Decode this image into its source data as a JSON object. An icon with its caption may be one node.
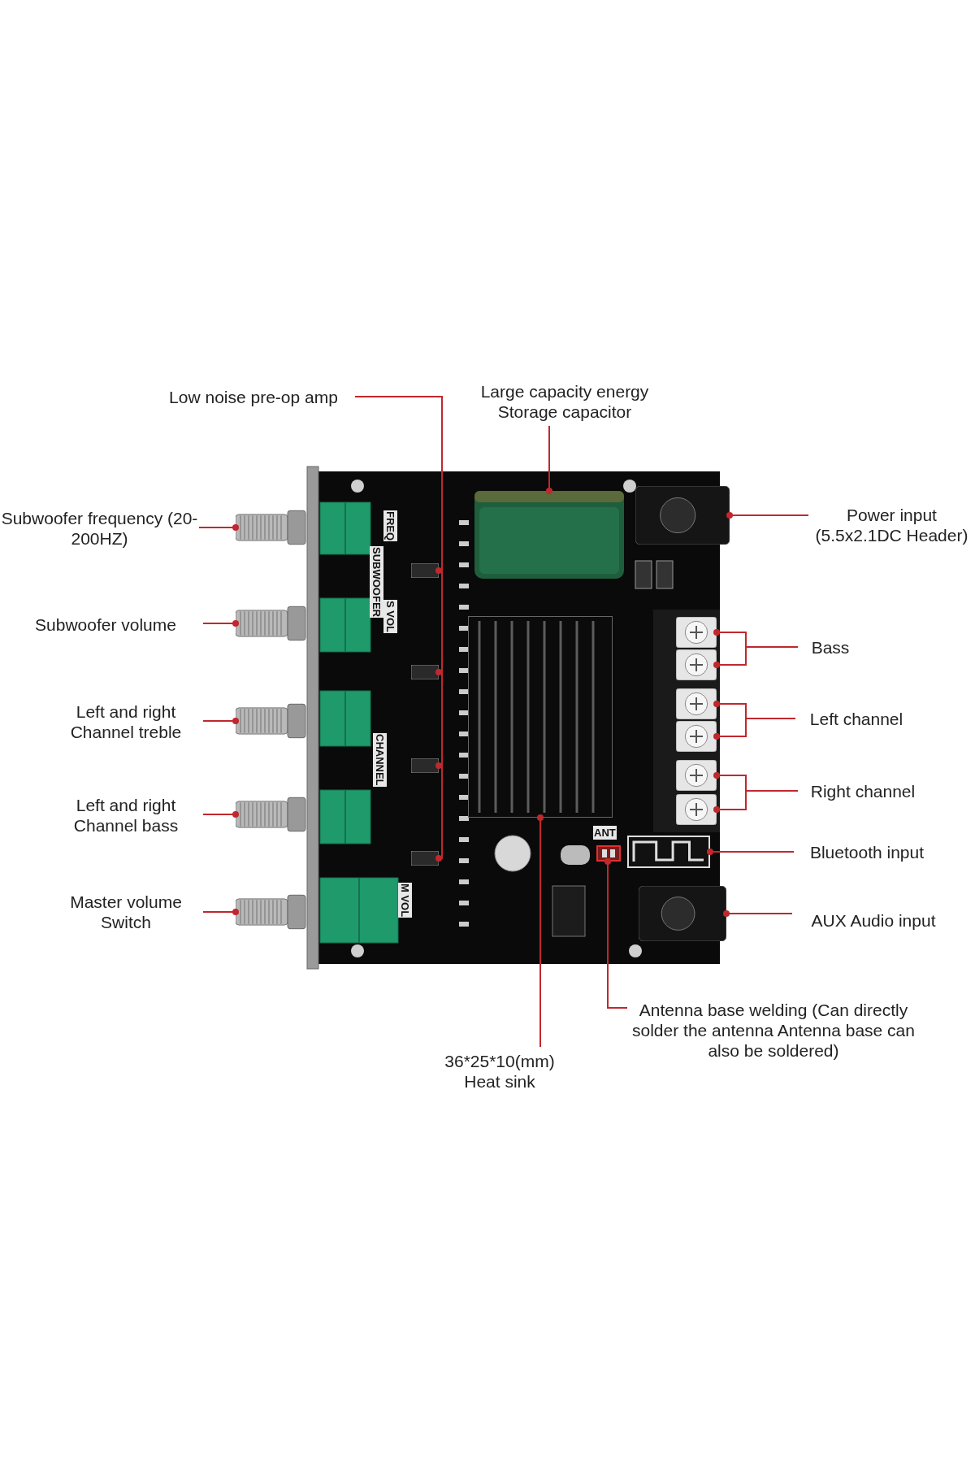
{
  "diagram": {
    "nodes": [
      {
        "text": [
          "Low noise pre-op amp"
        ]
      },
      {
        "text": [
          "Large capacity energy Storage capacitor"
        ]
      },
      {
        "text": [
          "Subwoofer frequency (20-200HZ)"
        ]
      },
      {
        "text": [
          "Power input (5.5x2.1DC Header)"
        ]
      },
      {
        "text": [
          "Subwoofer volume"
        ]
      },
      {
        "text": [
          "Bass"
        ]
      },
      {
        "text": [
          "Left and right Channel treble"
        ]
      },
      {
        "text": [
          "Left channel"
        ]
      },
      {
        "text": [
          "Right channel"
        ]
      },
      {
        "text": [
          "Left and right Channel bass"
        ]
      },
      {
        "text": [
          "Bluetooth input"
        ]
      },
      {
        "text": [
          "Master volume Switch"
        ]
      },
      {
        "text": [
          "AUX Audio input"
        ]
      },
      {
        "text": [
          "Antenna base welding (Can directly solder the antenna Antenna base can also be soldered)"
        ]
      },
      {
        "text": [
          "36*25*10(mm) Heat sink"
        ]
      },
      {
        "text": [],
        "shape": "cylinder"
      },
      {
        "text": [],
        "shape": "chip"
      },
      {
        "text": [],
        "shape": "chip"
      },
      {
        "text": [],
        "shape": "chip"
      },
      {
        "text": [],
        "shape": "chip"
      },
      {
        "text": [],
        "shape": "knob"
      },
      {
        "text": [],
        "shape": "knob"
      },
      {
        "text": [],
        "shape": "knob"
      },
      {
        "text": [],
        "shape": "knob"
      },
      {
        "text": [],
        "shape": "knob"
      },
      {
        "text": [],
        "shape": "jack"
      },
      {
        "text": [],
        "shape": "terminal"
      },
      {
        "text": [],
        "shape": "terminal"
      },
      {
        "text": [],
        "shape": "terminal"
      },
      {
        "text": [],
        "shape": "terminal"
      },
      {
        "text": [],
        "shape": "terminal"
      },
      {
        "text": [],
        "shape": "terminal"
      },
      {
        "text": [],
        "shape": "heatsink"
      },
      {
        "text": [],
        "shape": "pad"
      },
      {
        "text": [],
        "shape": "antenna"
      },
      {
        "text": [],
        "shape": "jack"
      }
    ],
    "edges": [
      {
        "from": 0,
        "to": 16,
        "arrow": "other"
      },
      {
        "from": 0,
        "to": 17,
        "arrow": "other"
      },
      {
        "from": 0,
        "to": 18,
        "arrow": "other"
      },
      {
        "from": 0,
        "to": 19,
        "arrow": "other"
      },
      {
        "from": 1,
        "to": 15,
        "arrow": "other"
      },
      {
        "from": 2,
        "to": 20,
        "arrow": "other"
      },
      {
        "from": 3,
        "to": 25,
        "arrow": "other"
      },
      {
        "from": 4,
        "to": 21,
        "arrow": "other"
      },
      {
        "from": 5,
        "to": 26,
        "arrow": "other"
      },
      {
        "from": 5,
        "to": 27,
        "arrow": "other"
      },
      {
        "from": 6,
        "to": 22,
        "arrow": "other"
      },
      {
        "from": 7,
        "to": 28,
        "arrow": "other"
      },
      {
        "from": 7,
        "to": 29,
        "arrow": "other"
      },
      {
        "from": 8,
        "to": 30,
        "arrow": "other"
      },
      {
        "from": 8,
        "to": 31,
        "arrow": "other"
      },
      {
        "from": 9,
        "to": 23,
        "arrow": "other"
      },
      {
        "from": 10,
        "to": 34,
        "arrow": "other"
      },
      {
        "from": 11,
        "to": 24,
        "arrow": "other"
      },
      {
        "from": 12,
        "to": 35,
        "arrow": "other"
      },
      {
        "from": 13,
        "to": 33,
        "arrow": "other"
      },
      {
        "from": 14,
        "to": 32,
        "arrow": "other"
      }
    ],
    "labels": [
      "FREQ",
      "SUBWOOFER",
      "S VOL",
      "CHANNEL",
      "M VOL",
      "ANT"
    ]
  }
}
